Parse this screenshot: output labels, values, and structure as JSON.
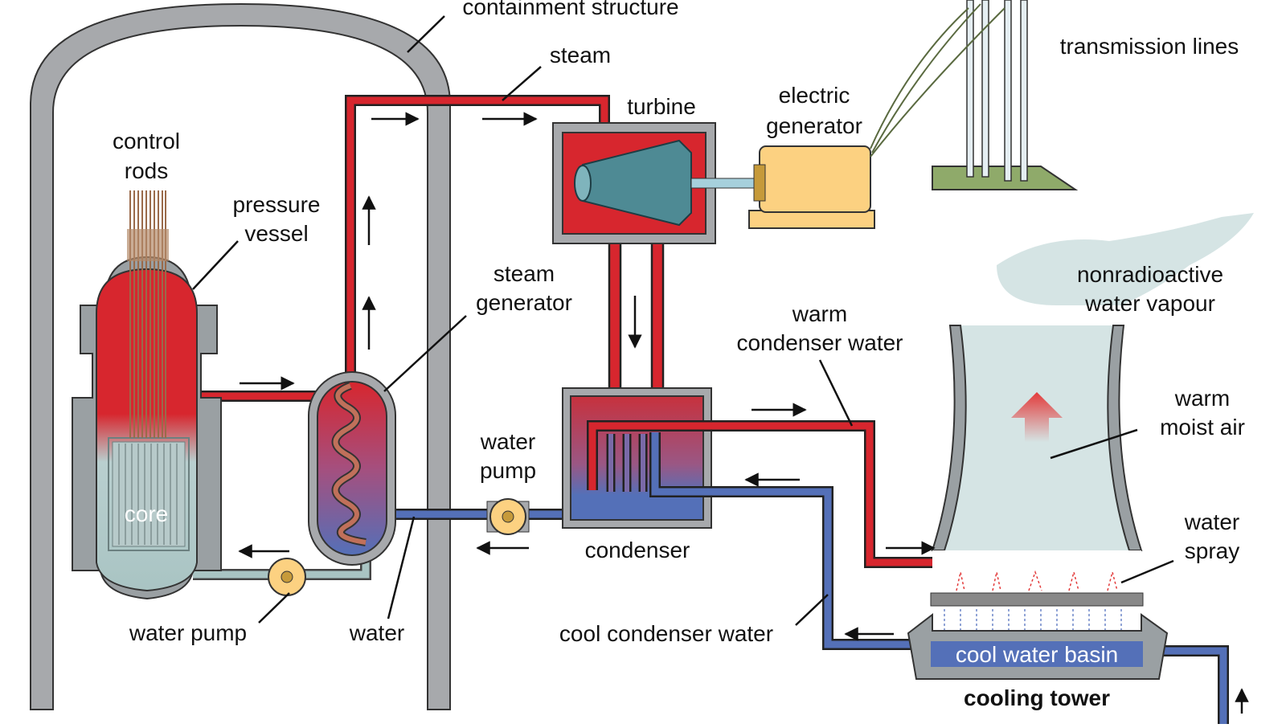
{
  "labels": {
    "containment_structure": "containment structure",
    "steam": "steam",
    "turbine": "turbine",
    "electric_generator": [
      "electric",
      "generator"
    ],
    "transmission_lines": "transmission lines",
    "control_rods": [
      "control",
      "rods"
    ],
    "pressure_vessel": [
      "pressure",
      "vessel"
    ],
    "steam_generator": [
      "steam",
      "generator"
    ],
    "core": "core",
    "water_pump_reactor": "water pump",
    "water": "water",
    "water_pump_condenser": [
      "water",
      "pump"
    ],
    "condenser": "condenser",
    "warm_condenser_water": [
      "warm",
      "condenser water"
    ],
    "nonradioactive_water_vapour": [
      "nonradioactive",
      "water vapour"
    ],
    "warm_moist_air": [
      "warm",
      "moist air"
    ],
    "water_spray": [
      "water",
      "spray"
    ],
    "cool_condenser_water": "cool condenser water",
    "cool_water_basin": "cool water basin",
    "cooling_tower": "cooling tower"
  },
  "colors": {
    "hot": "#d7262e",
    "cool": "#5470b8",
    "containment": "#a7a9ac",
    "generator": "#fcd181",
    "vapour": "#d5e4e4",
    "turbine_blades": "#4e8a94",
    "ground": "#8faa6a"
  }
}
